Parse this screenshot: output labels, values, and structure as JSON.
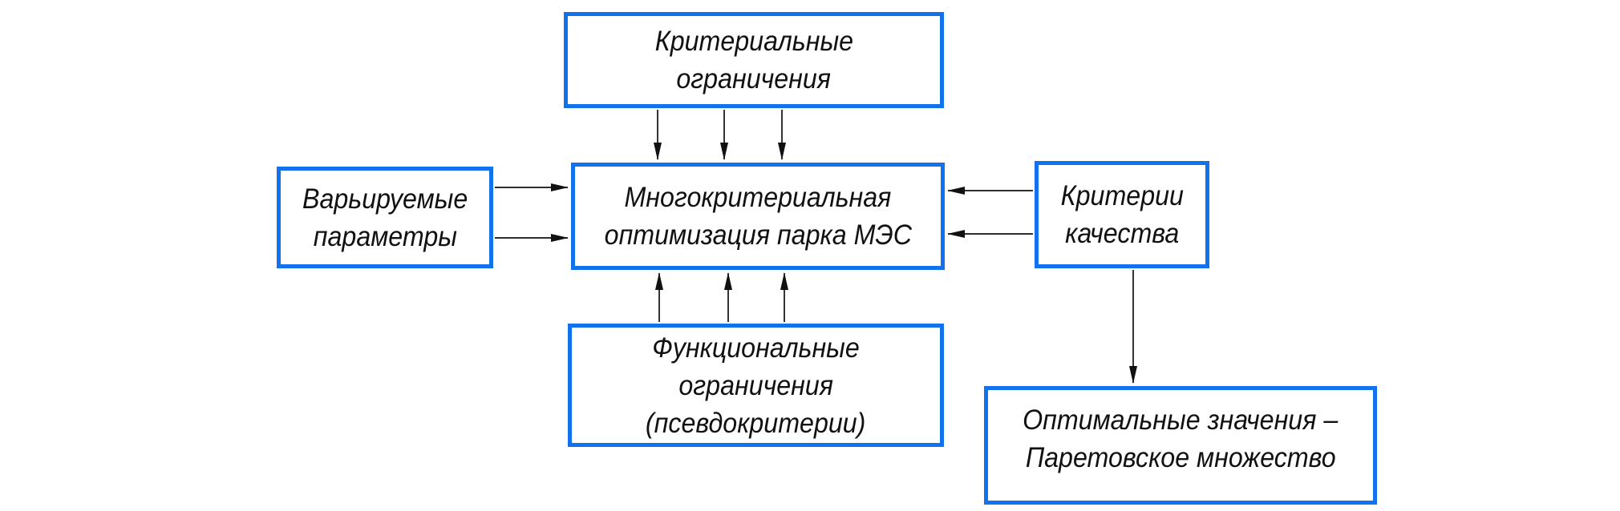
{
  "diagram": {
    "colors": {
      "box_border": "#1272ee",
      "text": "#111111",
      "arrow": "#111111",
      "background": "#ffffff"
    },
    "boxes": {
      "criteria_constraints": {
        "lines": [
          "Критериальные",
          "ограничения"
        ]
      },
      "varied_parameters": {
        "lines": [
          "Варьируемые",
          "параметры"
        ]
      },
      "optimization": {
        "lines": [
          "Многокритериальная",
          "оптимизация парка МЭС"
        ]
      },
      "quality_criteria": {
        "lines": [
          "Критерии",
          "качества"
        ]
      },
      "functional_constraints": {
        "lines": [
          "Функциональные",
          "ограничения",
          "(псевдокритерии)"
        ]
      },
      "optimal_values": {
        "lines": [
          "Оптимальные значения –",
          "Паретовское множество"
        ]
      }
    },
    "connections": [
      {
        "from": "criteria_constraints",
        "to": "optimization",
        "arrows": 3,
        "direction": "down"
      },
      {
        "from": "varied_parameters",
        "to": "optimization",
        "arrows": 2,
        "direction": "right"
      },
      {
        "from": "quality_criteria",
        "to": "optimization",
        "arrows": 2,
        "direction": "left"
      },
      {
        "from": "functional_constraints",
        "to": "optimization",
        "arrows": 3,
        "direction": "up"
      },
      {
        "from": "quality_criteria",
        "to": "optimal_values",
        "arrows": 1,
        "direction": "down"
      }
    ]
  }
}
